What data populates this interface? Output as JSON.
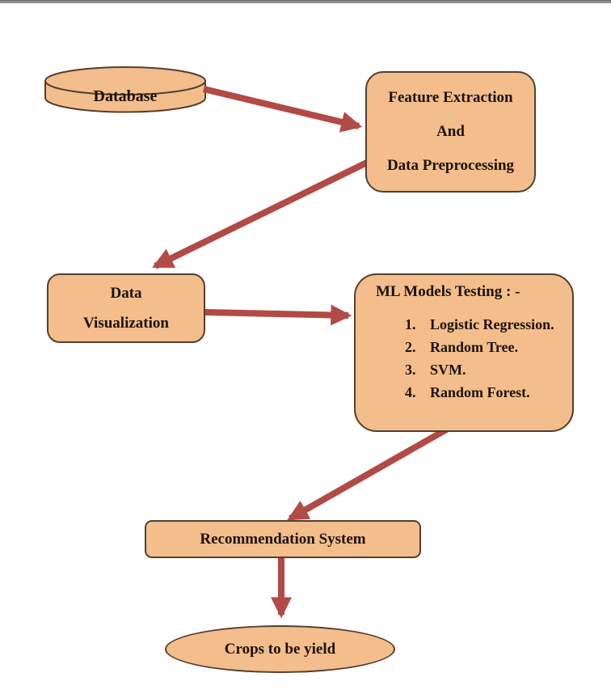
{
  "colors": {
    "node_fill": "#f3be8c",
    "node_border": "#51402f",
    "arrow": "#b24a46",
    "text": "#1c110b",
    "top_bar": "#8d8d8d",
    "page_bg": "#ffffff"
  },
  "nodes": {
    "database": {
      "shape": "cylinder",
      "label": "Database"
    },
    "feature_extraction": {
      "shape": "rounded-rect",
      "lines": [
        "Feature Extraction",
        "And",
        "Data Preprocessing"
      ]
    },
    "data_visualization": {
      "shape": "rounded-rect",
      "lines": [
        "Data",
        "Visualization"
      ]
    },
    "ml_models": {
      "shape": "rounded-rect",
      "title": "ML Models Testing : -",
      "items": [
        {
          "num": "1.",
          "text": "Logistic Regression."
        },
        {
          "num": "2.",
          "text": "Random Tree."
        },
        {
          "num": "3.",
          "text": "SVM."
        },
        {
          "num": "4.",
          "text": "Random Forest."
        }
      ]
    },
    "recommendation_system": {
      "shape": "rounded-rect",
      "label": "Recommendation System"
    },
    "crops": {
      "shape": "ellipse",
      "label": "Crops to be yield"
    }
  },
  "edges": [
    {
      "from": "database",
      "to": "feature_extraction"
    },
    {
      "from": "feature_extraction",
      "to": "data_visualization"
    },
    {
      "from": "data_visualization",
      "to": "ml_models"
    },
    {
      "from": "ml_models",
      "to": "recommendation_system"
    },
    {
      "from": "recommendation_system",
      "to": "crops"
    }
  ]
}
